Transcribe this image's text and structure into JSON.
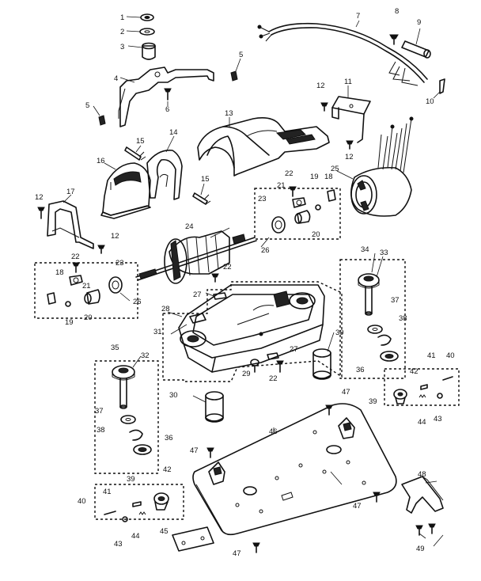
{
  "labels": [
    "1",
    "2",
    "3",
    "4",
    "5",
    "5",
    "6",
    "7",
    "8",
    "9",
    "10",
    "11",
    "12",
    "12",
    "12",
    "12",
    "13",
    "14",
    "15",
    "15",
    "16",
    "17",
    "18",
    "18",
    "19",
    "19",
    "20",
    "20",
    "21",
    "21",
    "22",
    "22",
    "22",
    "22",
    "23",
    "23",
    "24",
    "25",
    "26",
    "26",
    "27",
    "27",
    "28",
    "29",
    "30",
    "30",
    "31",
    "32",
    "33",
    "34",
    "35",
    "36",
    "36",
    "37",
    "37",
    "38",
    "38",
    "39",
    "39",
    "40",
    "40",
    "41",
    "41",
    "42",
    "42",
    "43",
    "43",
    "44",
    "44",
    "45",
    "46",
    "47",
    "47",
    "47",
    "47",
    "48",
    "49"
  ]
}
